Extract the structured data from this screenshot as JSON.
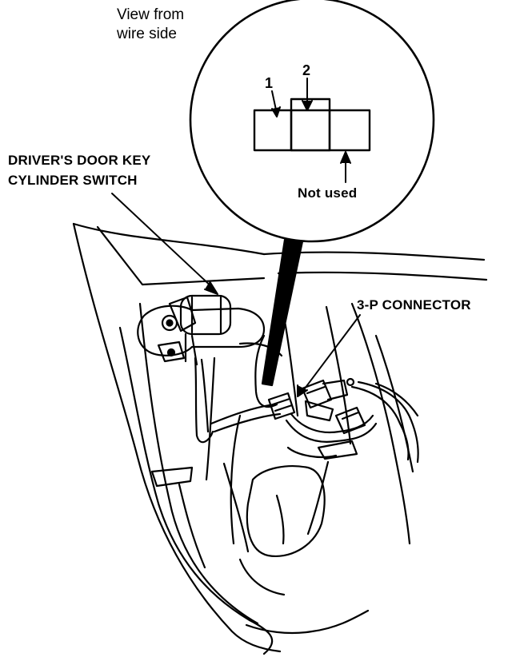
{
  "view_note": {
    "line1": "View from",
    "line2": "wire side"
  },
  "callouts": {
    "switch_line1": "DRIVER'S DOOR KEY",
    "switch_line2": "CYLINDER SWITCH",
    "connector": "3-P CONNECTOR"
  },
  "connector_detail": {
    "pin1": "1",
    "pin2": "2",
    "unused_note": "Not used"
  }
}
